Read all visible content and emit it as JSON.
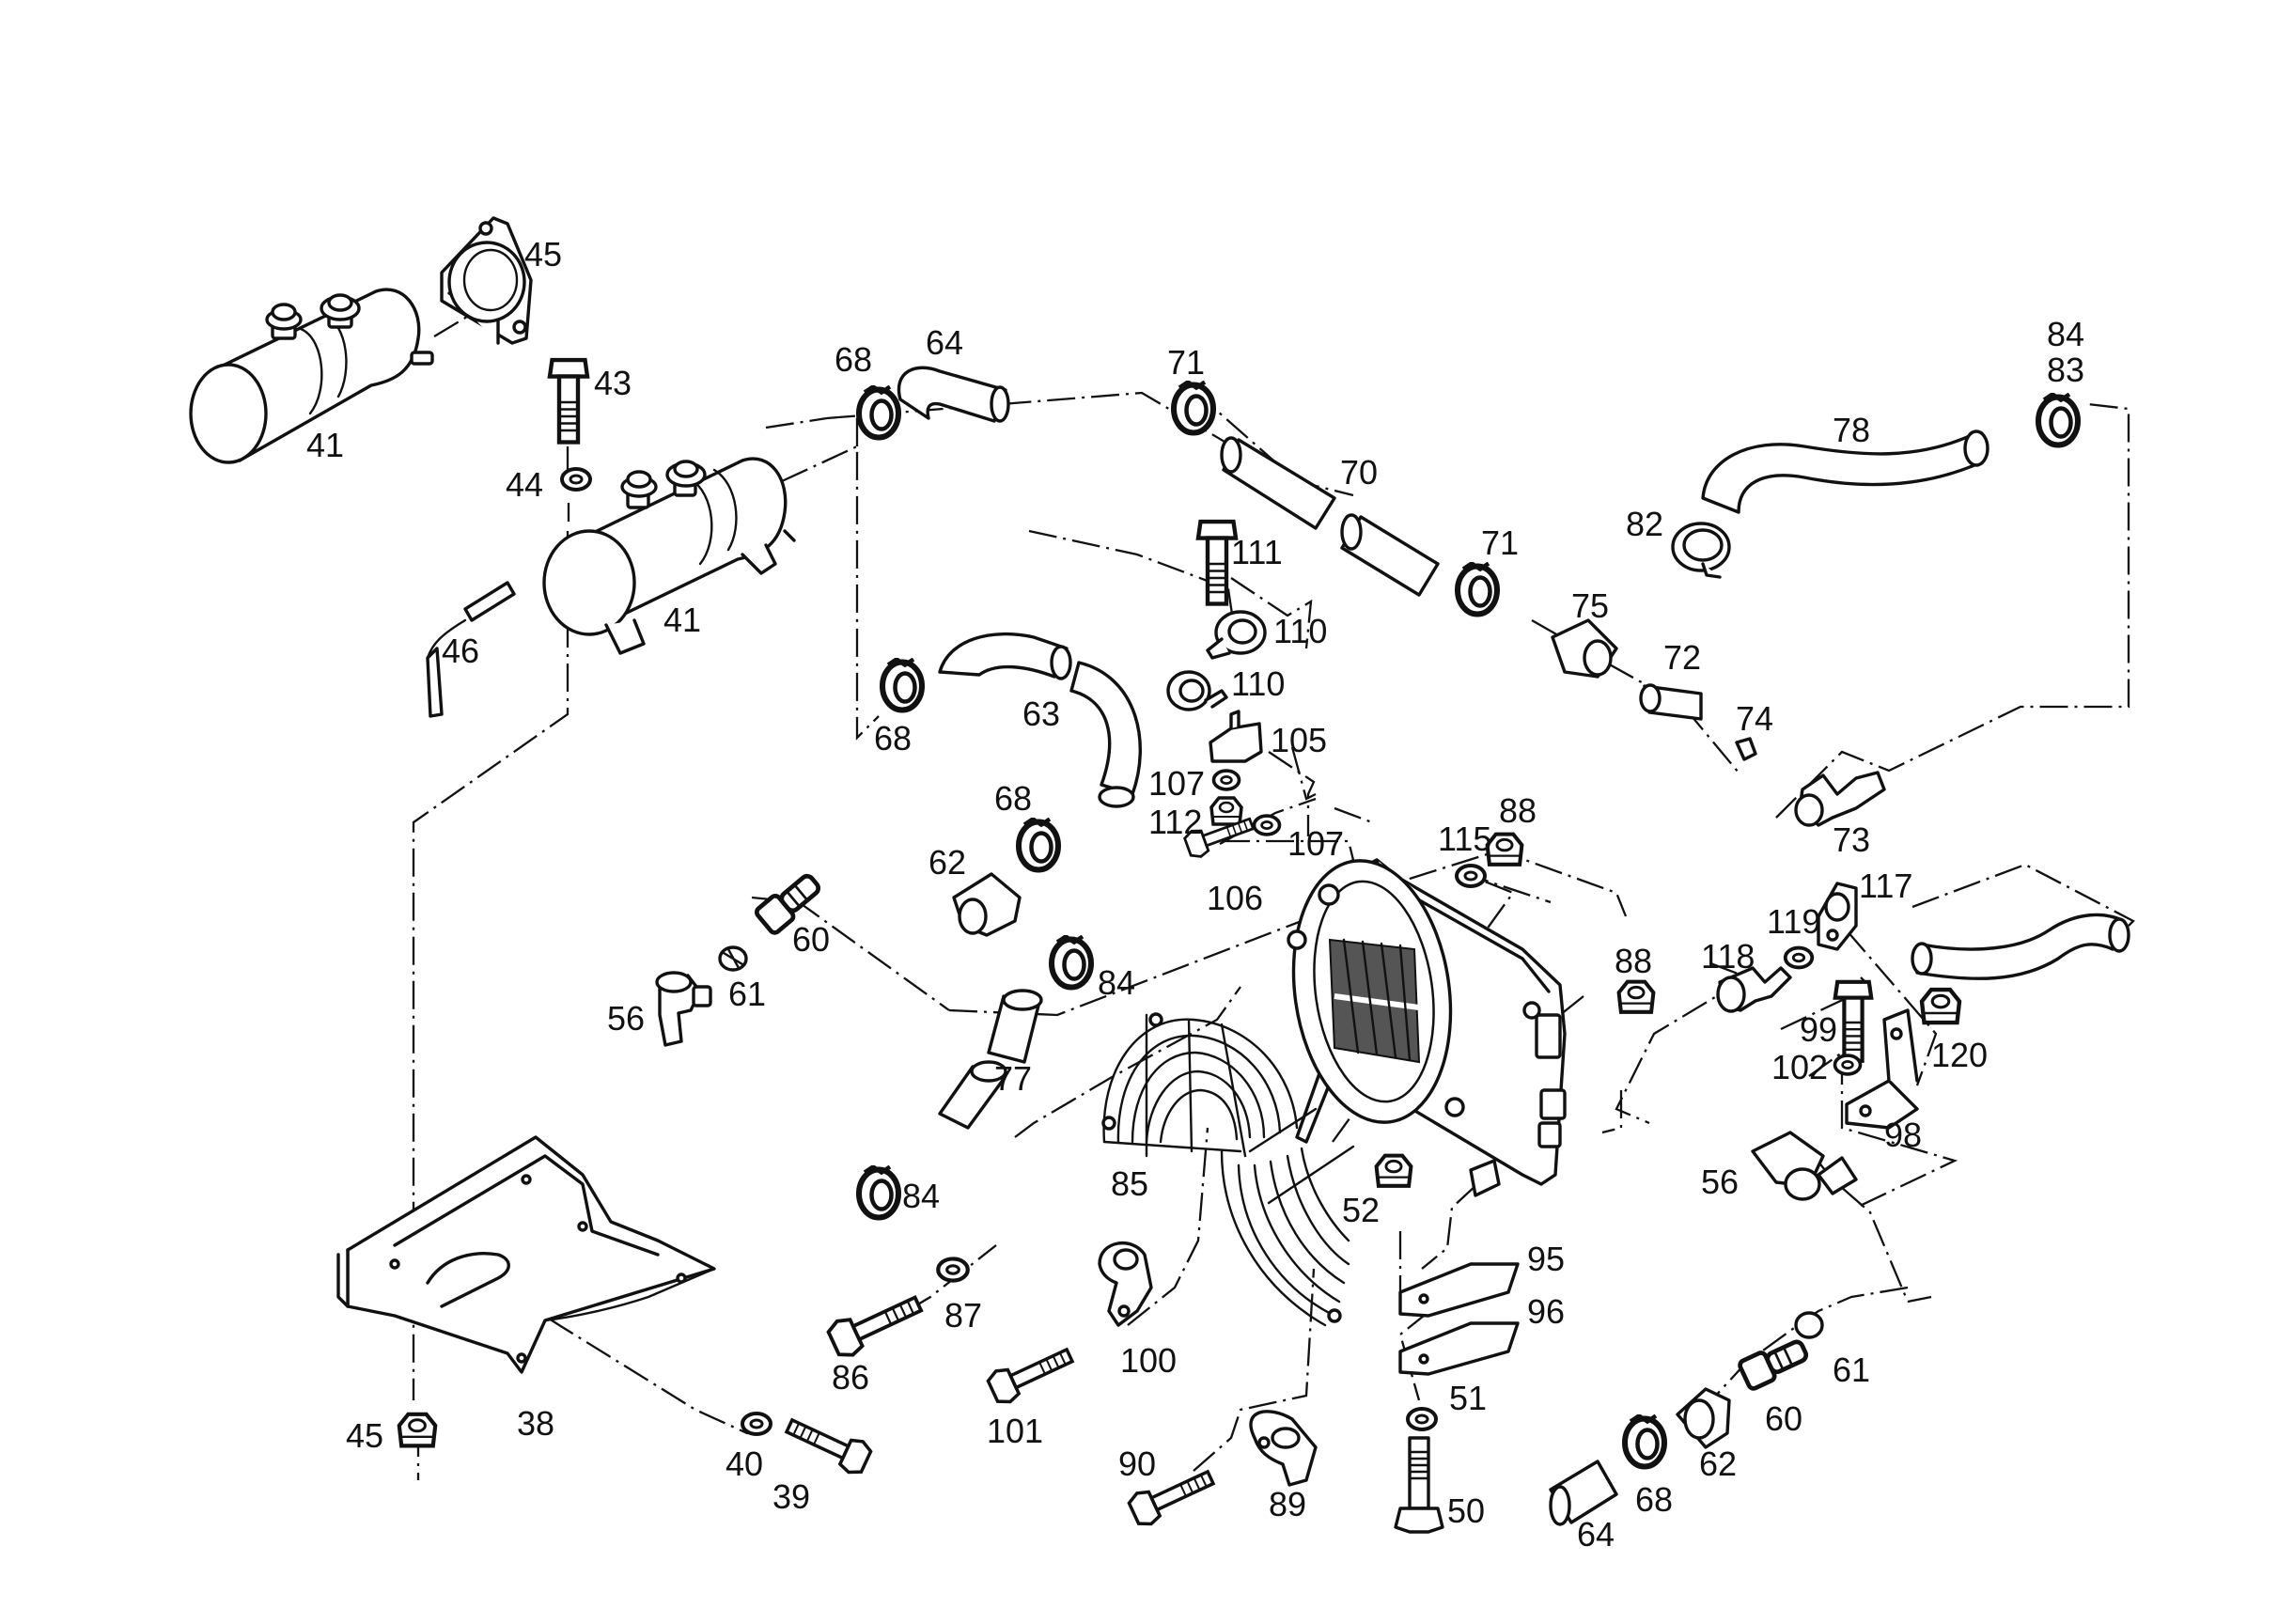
{
  "labels": {
    "p45a": "45",
    "p41a": "41",
    "p43": "43",
    "p44": "44",
    "p41b": "41",
    "p46": "46",
    "p68a": "68",
    "p64a": "64",
    "p71a": "71",
    "p70": "70",
    "p71b": "71",
    "p75": "75",
    "p72": "72",
    "p74": "74",
    "p73": "73",
    "p84a": "84",
    "p83": "83",
    "p78": "78",
    "p82": "82",
    "p111": "111",
    "p110a": "110",
    "p110b": "110",
    "p105": "105",
    "p107a": "107",
    "p112": "112",
    "p107b": "107",
    "p106": "106",
    "p68b": "68",
    "p63": "63",
    "p68c": "68",
    "p62a": "62",
    "p60a": "60",
    "p61a": "61",
    "p56a": "56",
    "p115": "115",
    "p88a": "88",
    "p88b": "88",
    "p84b": "84",
    "p77": "77",
    "p84c": "84",
    "p85": "85",
    "p52": "52",
    "p117": "117",
    "p119": "119",
    "p118": "118",
    "p99": "99",
    "p102": "102",
    "p120": "120",
    "p98": "98",
    "p56b": "56",
    "p95": "95",
    "p96": "96",
    "p51": "51",
    "p50": "50",
    "p61b": "61",
    "p60b": "60",
    "p62b": "62",
    "p68d": "68",
    "p64b": "64",
    "p87": "87",
    "p86": "86",
    "p100": "100",
    "p101": "101",
    "p90": "90",
    "p89": "89",
    "p45b": "45",
    "p38": "38",
    "p40": "40",
    "p39": "39"
  }
}
